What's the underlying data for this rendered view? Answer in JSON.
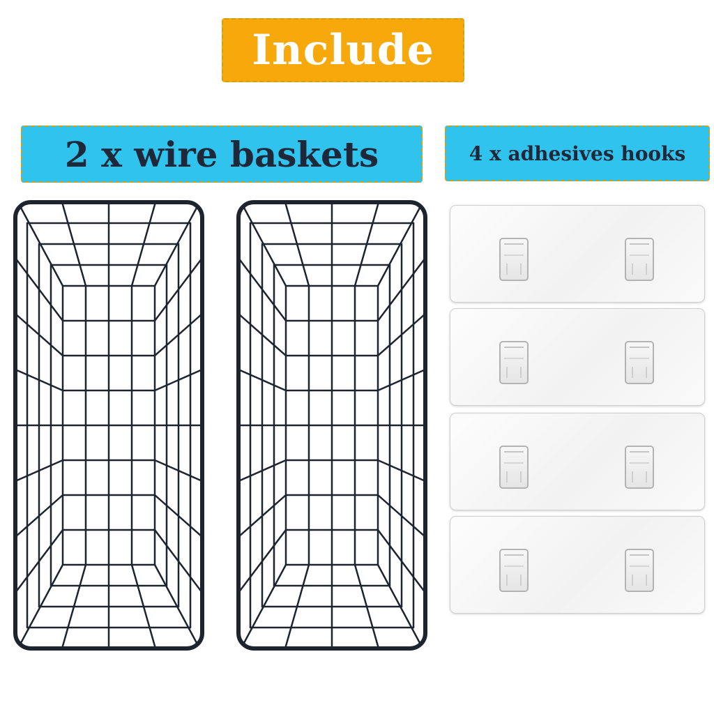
{
  "headline": "Include",
  "baskets": {
    "label": "2 x wire baskets",
    "items": [
      "basket-1",
      "basket-2"
    ],
    "wire_color": "#1d2430"
  },
  "hooks": {
    "label": "4 x adhesives hooks",
    "count": 4
  },
  "colors": {
    "headline_bg": "#f7a90c",
    "label_bg": "#2fc3ee",
    "label_text": "#1e2838"
  }
}
